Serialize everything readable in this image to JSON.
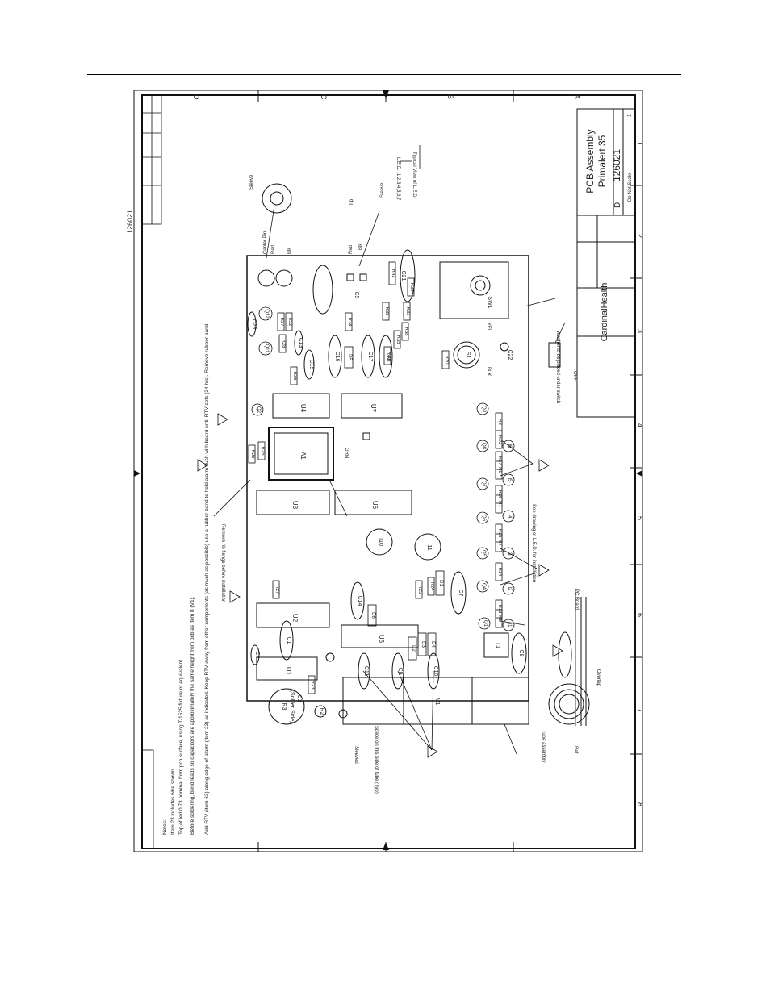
{
  "drawing": {
    "title_line1": "PCB Assembly",
    "title_line2": "Primalert 35",
    "drawing_number": "126021",
    "size": "D",
    "sheet": "1",
    "scale": "Do Not Scale",
    "company": "CardinalHealth",
    "corner_number": "126021",
    "grid_letters_top": [
      "D",
      "C",
      "B",
      "A"
    ],
    "grid_numbers_right": [
      "1",
      "2",
      "3",
      "4",
      "5",
      "6",
      "7",
      "8"
    ]
  },
  "notes": {
    "heading": "Notes:",
    "items": [
      "Item 23 includes wire shown.",
      "Top of led 0.73 nominal from pcb surface, using T-1525 fixture or equivalent.",
      "Before soldering, bend leads so capacitors are approximately the same height from pcb as item 8 (V1).",
      "Add RTV (item 63) along edge of alarm (item 23) as indicated. Keep RTV away from other components (as much as possible) use a rubber band to hold alarm flush with board until RTV sets (24 hrs). Remove rubber band."
    ]
  },
  "callouts": {
    "remove_flange": "Remove rib flange before installation",
    "see_drawing_led": "See drawing of L.E.D. for installation",
    "washer_note": "Washer to be placed under switch",
    "led_label": "L.E.D. I1,2,3,4,5,6,7",
    "typical_view": "Typical View of L.E.D.",
    "center_pin": "Center Pin",
    "red": "Red",
    "blk": "Blk",
    "tip": "Tip",
    "sleeve": "Sleeve",
    "splice": "Splice on this side of tube (Typ)",
    "sleeved": "Sleeved",
    "tube_assembly": "Tube assembly",
    "overlap": "Overlap",
    "pc_board": "PC Board",
    "ref": "Ref",
    "yel": "YEL",
    "blk2": "BLK",
    "off": "OFF",
    "grn": "GRN",
    "solder_side": "(Solder Side)"
  },
  "components": {
    "chips": [
      "U1",
      "U2",
      "U3",
      "U4",
      "U5",
      "U6",
      "U7",
      "A1"
    ],
    "caps": [
      "C1",
      "C3",
      "C4",
      "C5",
      "C7",
      "C8",
      "C9",
      "C10",
      "C11",
      "C13",
      "C14",
      "C15",
      "C16",
      "C17",
      "C20",
      "C21",
      "C22",
      "C23"
    ],
    "resistors": [
      "R6",
      "R7",
      "R8",
      "R9",
      "R10",
      "R13",
      "R14",
      "R15",
      "R16",
      "R17",
      "R18",
      "R20",
      "R21",
      "R22",
      "R23",
      "R24",
      "R25",
      "R26",
      "R27",
      "R28",
      "R30",
      "R31",
      "R32",
      "R33",
      "R34",
      "R35",
      "R36",
      "R37",
      "R38",
      "R39",
      "R40",
      "R41"
    ],
    "transistors": [
      "Q1",
      "Q2",
      "Q4",
      "Q5",
      "Q6",
      "Q7",
      "Q8",
      "Q9",
      "Q11",
      "Q12"
    ],
    "diodes": [
      "D1",
      "D2",
      "D3",
      "D4",
      "D5",
      "D6"
    ],
    "leds": [
      "I1",
      "I2",
      "I3",
      "I4",
      "I5",
      "I6"
    ],
    "other": [
      "T1",
      "V1",
      "S1",
      "I10",
      "I11",
      "R3",
      "R2",
      "J1",
      "J2",
      "SW1"
    ]
  }
}
